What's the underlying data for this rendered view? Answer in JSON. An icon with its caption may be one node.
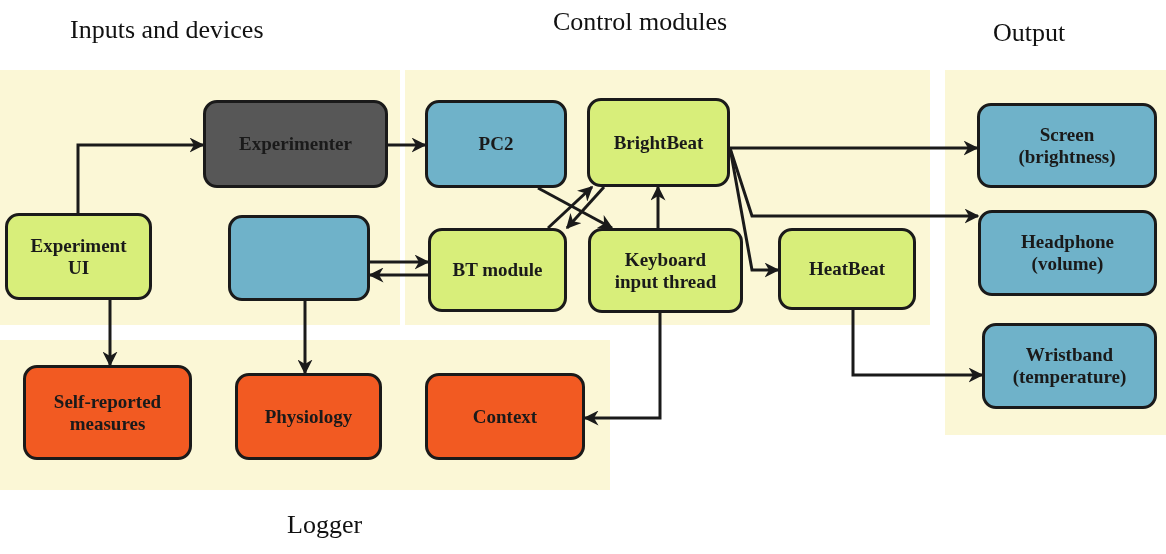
{
  "diagram": {
    "nodes": [
      {
        "text": [
          "Inputs and devices"
        ]
      },
      {
        "text": [
          "Experiment UI"
        ],
        "in": 0
      },
      {
        "text": [
          "Experimenter"
        ],
        "in": 0
      },
      {
        "text": [],
        "shape": "box",
        "in": 0
      },
      {
        "text": [
          "Control modules"
        ]
      },
      {
        "text": [
          "PC2"
        ],
        "in": 4
      },
      {
        "text": [
          "BrightBeat"
        ],
        "in": 4
      },
      {
        "text": [
          "BT module"
        ],
        "in": 4
      },
      {
        "text": [
          "Keyboard input thread"
        ],
        "in": 4
      },
      {
        "text": [
          "HeatBeat"
        ],
        "in": 4
      },
      {
        "text": [
          "Output"
        ]
      },
      {
        "text": [
          "Screen (brightness)"
        ],
        "in": 10
      },
      {
        "text": [
          "Headphone (volume)"
        ],
        "in": 10
      },
      {
        "text": [
          "Wristband (temperature)"
        ],
        "in": 10
      },
      {
        "text": [
          "Logger"
        ]
      },
      {
        "text": [
          "Self-reported measures"
        ],
        "in": 14
      },
      {
        "text": [
          "Physiology"
        ],
        "in": 14
      },
      {
        "text": [
          "Context"
        ],
        "in": 14
      }
    ],
    "edges": [
      {
        "from": 1,
        "to": 2,
        "arrow": "to"
      },
      {
        "from": 2,
        "to": 5,
        "arrow": "to"
      },
      {
        "from": 5,
        "to": 8,
        "arrow": "to"
      },
      {
        "from": 7,
        "to": 6,
        "arrow": "to"
      },
      {
        "from": 6,
        "to": 7,
        "arrow": "to"
      },
      {
        "from": 3,
        "to": 7,
        "arrow": "to"
      },
      {
        "from": 7,
        "to": 3,
        "arrow": "to"
      },
      {
        "from": 8,
        "to": 6,
        "arrow": "to"
      },
      {
        "from": 8,
        "to": 17,
        "arrow": "to"
      },
      {
        "from": 6,
        "to": 11,
        "arrow": "to"
      },
      {
        "from": 6,
        "to": 12,
        "arrow": "to"
      },
      {
        "from": 6,
        "to": 9,
        "arrow": "to"
      },
      {
        "from": 9,
        "to": 13,
        "arrow": "to"
      },
      {
        "from": 1,
        "to": 15,
        "arrow": "to"
      },
      {
        "from": 3,
        "to": 16,
        "arrow": "to"
      }
    ]
  }
}
